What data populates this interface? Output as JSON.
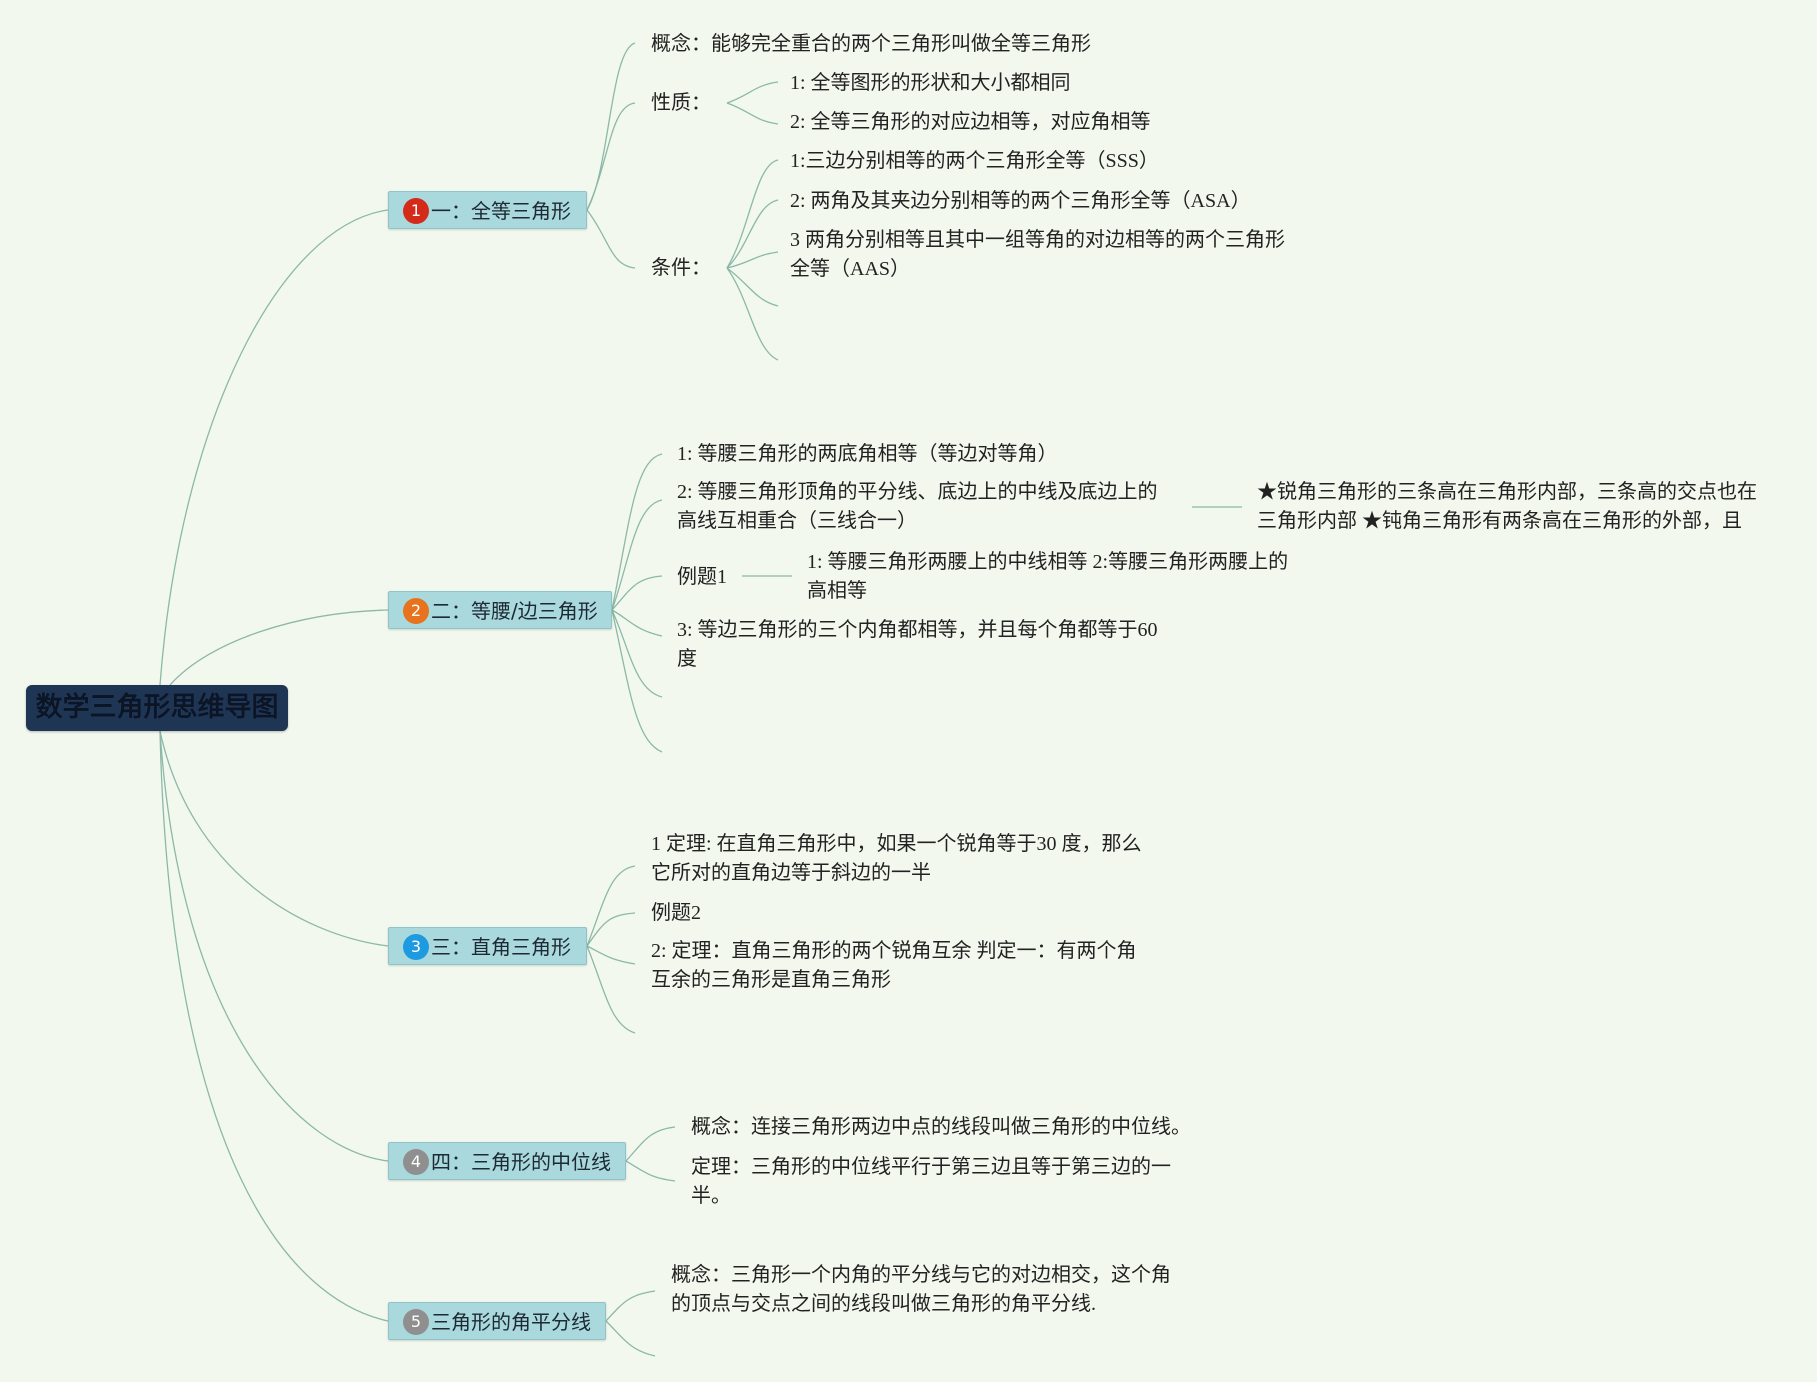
{
  "colors": {
    "background": "#f2f8ee",
    "root": "#1f3554",
    "branch": "#a9d8dd",
    "link": "#8cb8a8",
    "badge1": "#d42a1a",
    "badge2": "#e8731e",
    "badge3": "#1e9be0",
    "badge4": "#8f8f8f",
    "badge5": "#8f8f8f"
  },
  "root": {
    "title": "数学三角形思维导图"
  },
  "branches": [
    {
      "number": "1",
      "label": "一：全等三角形"
    },
    {
      "number": "2",
      "label": "二：等腰/边三角形"
    },
    {
      "number": "3",
      "label": "三：直角三角形"
    },
    {
      "number": "4",
      "label": "四：三角形的中位线"
    },
    {
      "number": "5",
      "label": "三角形的角平分线"
    }
  ],
  "nodes": {
    "b1_concept": "概念：能够完全重合的两个三角形叫做全等三角形",
    "b1_property": "性质：",
    "b1_property_1": "1: 全等图形的形状和大小都相同",
    "b1_property_2": "2: 全等三角形的对应边相等，对应角相等",
    "b1_condition": "条件：",
    "b1_condition_1": "1:三边分别相等的两个三角形全等（SSS）",
    "b1_condition_2": "2: 两角及其夹边分别相等的两个三角形全等（ASA）",
    "b1_condition_3_line1": "3 两角分别相等且其中一组等角的对边相等的两个三角形",
    "b1_condition_3_line2": "全等（AAS）",
    "b2_item1": "1: 等腰三角形的两底角相等（等边对等角）",
    "b2_item2_line1": "2: 等腰三角形顶角的平分线、底边上的中线及底边上的",
    "b2_item2_line2": "高线互相重合（三线合一）",
    "b2_item2_note_line1": "★锐角三角形的三条高在三角形内部，三条高的交点也在",
    "b2_item2_note_line2": "三角形内部 ★钝角三角形有两条高在三角形的外部，且",
    "b2_example": "例题1",
    "b2_example_answer_line1": "1: 等腰三角形两腰上的中线相等 2:等腰三角形两腰上的",
    "b2_example_answer_line2": "高相等",
    "b2_item3_line1": "3: 等边三角形的三个内角都相等，并且每个角都等于60",
    "b2_item3_line2": "度",
    "b3_item1_line1": "1 定理: 在直角三角形中，如果一个锐角等于30 度，那么",
    "b3_item1_line2": "它所对的直角边等于斜边的一半",
    "b3_example": "例题2",
    "b3_item2_line1": "2: 定理：直角三角形的两个锐角互余 判定一：有两个角",
    "b3_item2_line2": "互余的三角形是直角三角形",
    "b4_concept": "概念：连接三角形两边中点的线段叫做三角形的中位线。",
    "b4_theorem_line1": "定理：三角形的中位线平行于第三边且等于第三边的一",
    "b4_theorem_line2": "半。",
    "b5_concept_line1": "概念：三角形一个内角的平分线与它的对边相交，这个角",
    "b5_concept_line2": "的顶点与交点之间的线段叫做三角形的角平分线."
  }
}
